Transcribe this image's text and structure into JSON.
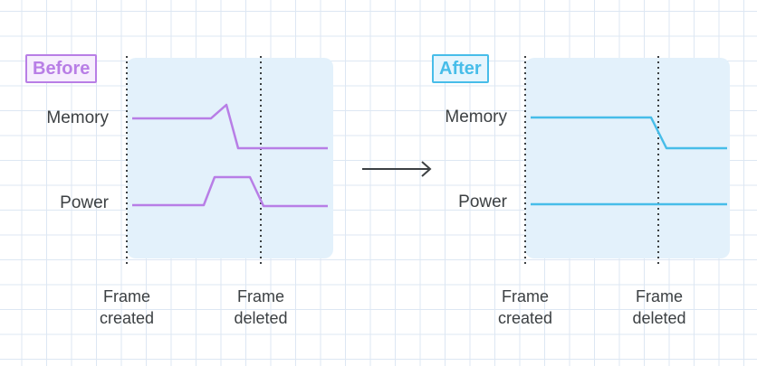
{
  "before": {
    "badge": "Before",
    "color": "#b87ee6",
    "rows": [
      "Memory",
      "Power"
    ],
    "axis": [
      [
        "Frame",
        "created"
      ],
      [
        "Frame",
        "deleted"
      ]
    ]
  },
  "after": {
    "badge": "After",
    "color": "#47bde9",
    "rows": [
      "Memory",
      "Power"
    ],
    "axis": [
      [
        "Frame",
        "created"
      ],
      [
        "Frame",
        "deleted"
      ]
    ]
  },
  "colors": {
    "region": "#e3f1fb",
    "text": "#3c4043",
    "arrow": "#3c4043"
  }
}
